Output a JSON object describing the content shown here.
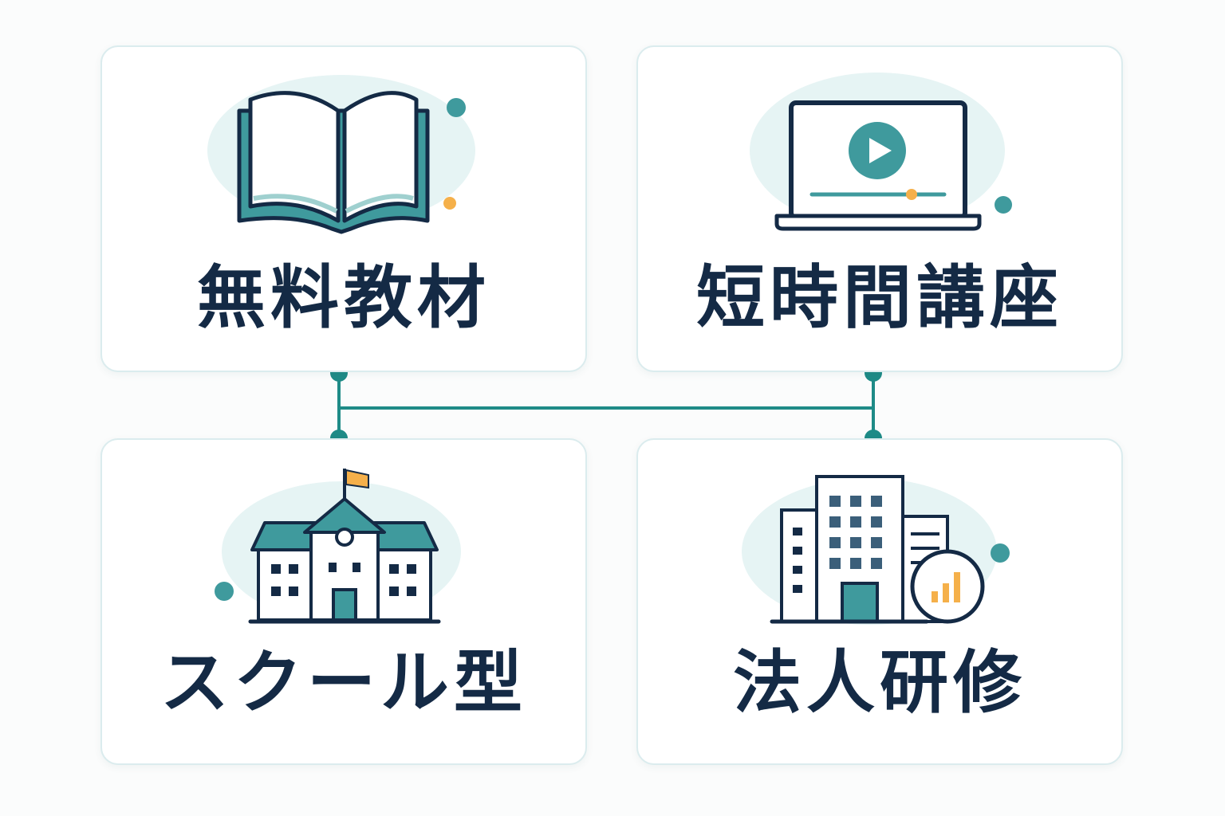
{
  "cards": [
    {
      "id": "free-materials",
      "title": "無料教材",
      "icon": "open-book-icon"
    },
    {
      "id": "short-course",
      "title": "短時間講座",
      "icon": "laptop-video-icon"
    },
    {
      "id": "school-type",
      "title": "スクール型",
      "icon": "school-building-icon"
    },
    {
      "id": "corporate-training",
      "title": "法人研修",
      "icon": "office-building-chart-icon"
    }
  ],
  "colors": {
    "navy": "#142a45",
    "teal": "#3f9a9d",
    "teal_dark": "#1e8b87",
    "blob": "#e6f4f4",
    "accent_orange": "#f5b04a",
    "card_border": "#dbecee"
  }
}
